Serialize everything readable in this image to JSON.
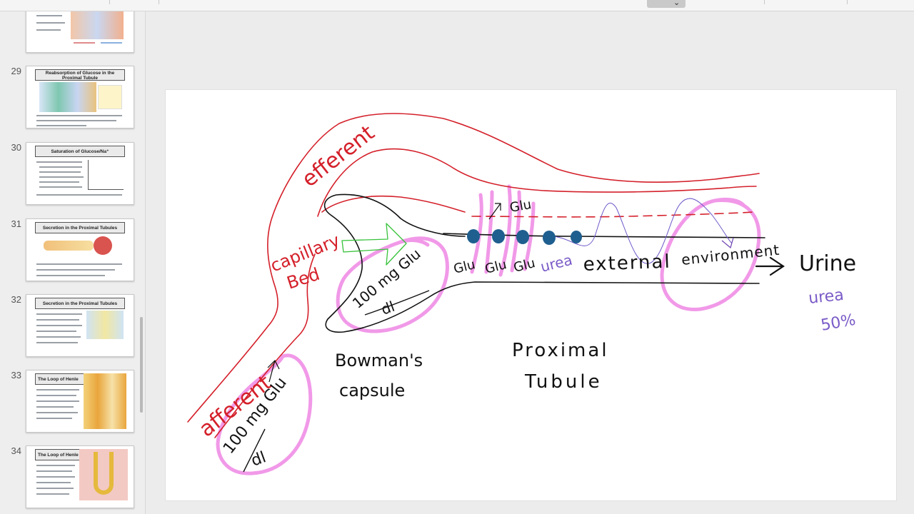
{
  "navigator": {
    "slides": [
      {
        "number": "",
        "title": ""
      },
      {
        "number": "29",
        "title": "Reabsorption of Glucose in the Proximal Tubule"
      },
      {
        "number": "30",
        "title": "Saturation of Glucose/Na⁺ Cotransporters"
      },
      {
        "number": "31",
        "title": "Secretion in the Proximal Tubules"
      },
      {
        "number": "32",
        "title": "Secretion in the Proximal Tubules"
      },
      {
        "number": "33",
        "title": "The Loop of Henle"
      },
      {
        "number": "34",
        "title": "The Loop of Henle"
      }
    ]
  },
  "drawing": {
    "efferent": "efferent",
    "capillary": "capillary",
    "bed": "Bed",
    "afferent": "afferent",
    "conc_numerator": "100 mg Glu",
    "conc_denominator": "dl",
    "glu": "Glu",
    "urea": "urea",
    "external": "external",
    "environment": "environment",
    "urine": "Urine",
    "urea_pct_label": "urea",
    "urea_pct": "50%",
    "bowmans": "Bowman's",
    "capsule": "capsule",
    "proximal": "Proximal",
    "tubule": "Tubule"
  },
  "colors": {
    "ink_red": "#d4202a",
    "ink_black": "#111111",
    "highlight_pink": "#f08ee6",
    "ink_green": "#37c23a",
    "transporter_blue": "#1f5f8f",
    "ink_purple": "#7a5bc7",
    "ink_violet": "#6b3fb0"
  }
}
